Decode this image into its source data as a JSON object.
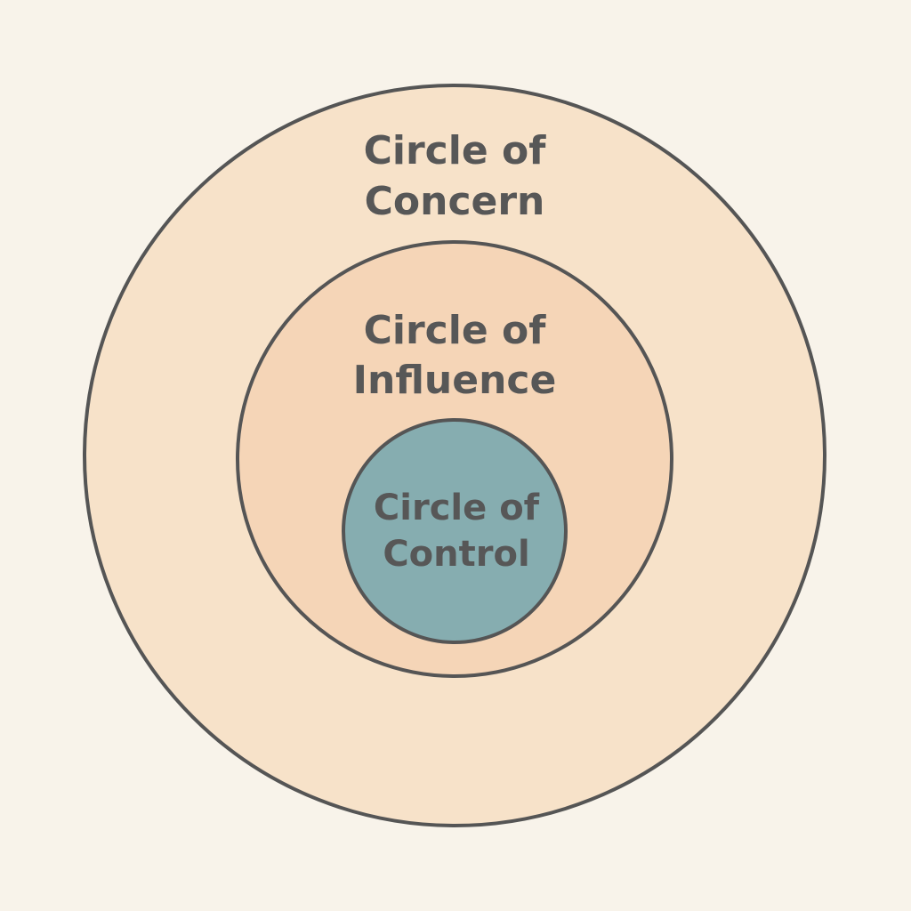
{
  "colors": {
    "background": "#f8f3ea",
    "concern_fill": "#f7e2c9",
    "influence_fill": "#f5d5b7",
    "control_fill": "#86adb0",
    "outline": "#555555",
    "text": "#575757"
  },
  "circles": {
    "concern": {
      "line1": "Circle of",
      "line2": "Concern"
    },
    "influence": {
      "line1": "Circle of",
      "line2": "Influence"
    },
    "control": {
      "line1": "Circle of",
      "line2": "Control"
    }
  }
}
